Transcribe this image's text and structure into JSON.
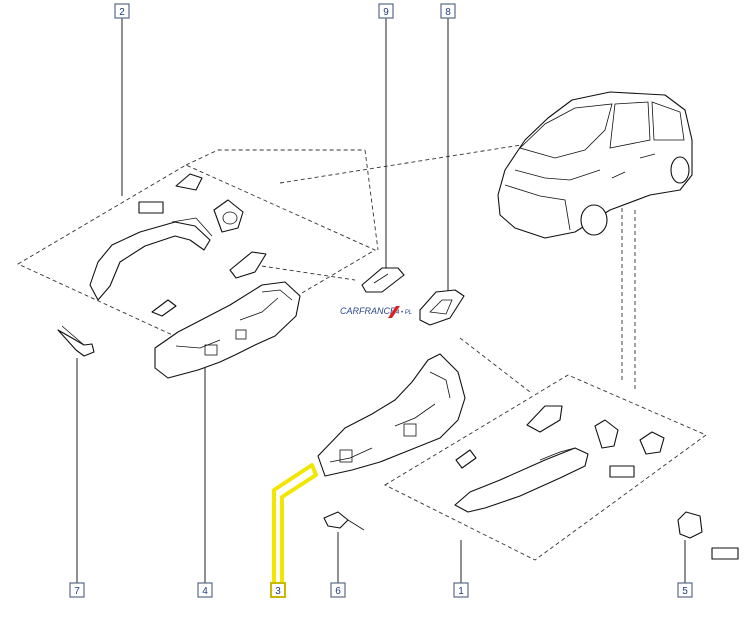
{
  "callouts": {
    "c1": "1",
    "c2": "2",
    "c3": "3",
    "c4": "4",
    "c5": "5",
    "c6": "6",
    "c7": "7",
    "c8": "8",
    "c9": "9"
  },
  "watermark": {
    "brand": "CARFRANCE",
    "suffix": "4 • PL"
  },
  "highlighted_callout": "3",
  "highlight_color": "#f2e600"
}
